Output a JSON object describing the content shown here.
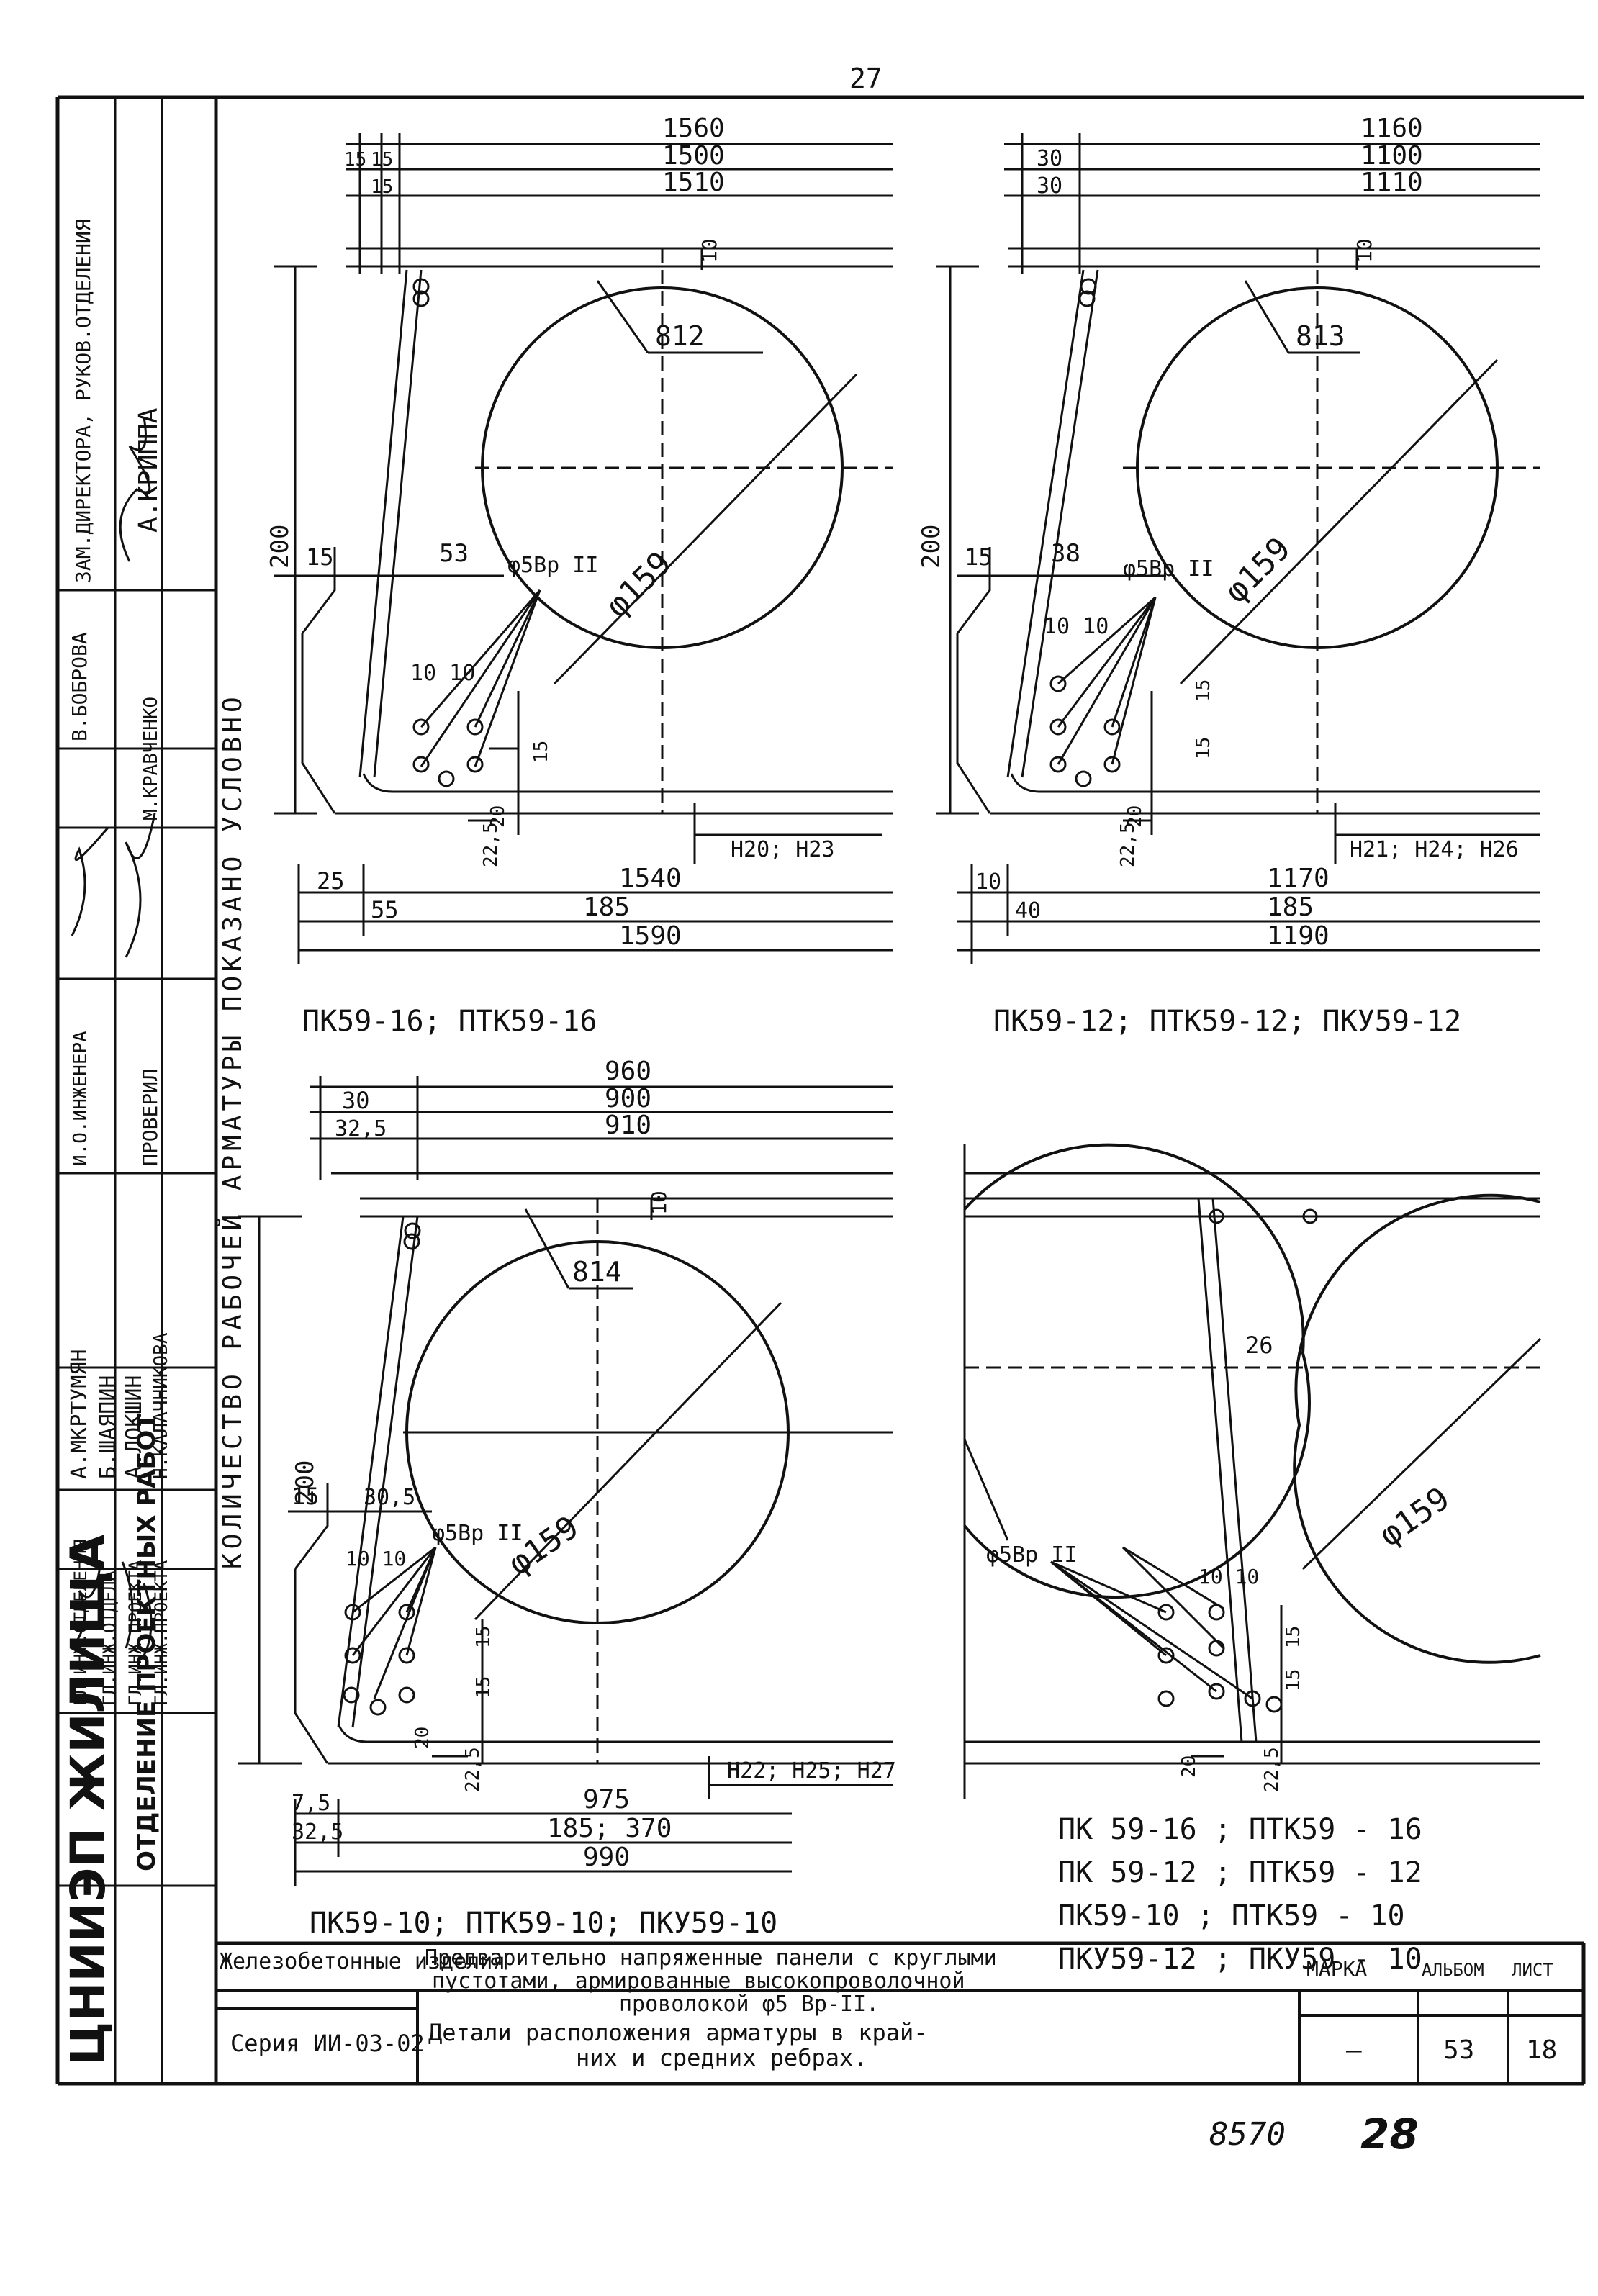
{
  "page_number": "27",
  "stamp": {
    "org1": "ЦНИИЭП ЖИЛИЩА",
    "org2": "ОТДЕЛЕНИЕ ПРОЕКТНЫХ РАБОТ",
    "roles": [
      "ГЛ.ИНЖ.ОТДЕЛЕНИЯ",
      "ГЛ.ИНЖ.ОТДЕЛА",
      "ГЛ.ИНЖ.ПРОЕКТА",
      "ГЛ.ИНЖ.ПРОЕКТА",
      "И.О.ИНЖЕНЕРА",
      "ПРОВЕРИЛ",
      "В.БОБРОВА",
      "М.КРАВЧЕНКО"
    ],
    "names": [
      "А.МКРТУМЯН",
      "Б.ШАЯПИН",
      "А.ЛОКШИН",
      "Н.КАЛАЧНИКОВА"
    ],
    "director_role": "ЗАМ.ДИРЕКТОРА, РУКОВ.ОТДЕЛЕНИЯ",
    "director_name": "А.КРИППА",
    "note": "КОЛИЧЕСТВО РАБОЧЕЙ АРМАТУРЫ ПОКАЗАНО УСЛОВНО"
  },
  "views": {
    "v1": {
      "caption": "ПК59-16; ПТК59-16",
      "top_dims": [
        "1560",
        "1500",
        "1510"
      ],
      "small_top": [
        "15",
        "15",
        "15"
      ],
      "diameter": "φ159",
      "leader": "812",
      "bar": "φ5Вр II",
      "side": "200",
      "left_dim": "15",
      "offset": "53",
      "spacing": "10 10",
      "vdim1": "15",
      "vdim2": "20",
      "vdim3": "22,5",
      "top_rib": "10",
      "marks": "Н20; Н23",
      "bot_dims": [
        "1540",
        "185",
        "1590"
      ],
      "bot_small": [
        "25",
        "55"
      ]
    },
    "v2": {
      "caption": "ПК59-12; ПТК59-12; ПКУ59-12",
      "top_dims": [
        "1160",
        "1100",
        "1110"
      ],
      "small_top": [
        "30",
        "30"
      ],
      "diameter": "φ159",
      "leader": "813",
      "bar": "φ5Вр II",
      "side": "200",
      "left_dim": "15",
      "offset": "38",
      "spacing": "10 10",
      "vdim1": "15",
      "vdim0": "15",
      "vdim2": "20",
      "vdim3": "22,5",
      "top_rib": "10",
      "marks": "Н21; Н24; Н26",
      "bot_dims": [
        "1170",
        "185",
        "1190"
      ],
      "bot_small": [
        "10",
        "40"
      ]
    },
    "v3": {
      "caption": "ПК59-10; ПТК59-10; ПКУ59-10",
      "top_dims": [
        "960",
        "900",
        "910"
      ],
      "small_top": [
        "30",
        "32,5"
      ],
      "diameter": "φ159",
      "leader": "814",
      "bar": "φ5Вр II",
      "side": "200",
      "left_dim": "15",
      "offset": "30,5",
      "spacing": "10 10",
      "vdim1": "15",
      "vdim0": "15",
      "vdim2": "20",
      "vdim3": "22,5",
      "top_rib": "10",
      "marks": "Н22; Н25; Н27",
      "bot_dims": [
        "975",
        "185; 370",
        "990"
      ],
      "bot_small": [
        "7,5",
        "32,5"
      ]
    },
    "v4": {
      "diameter": "φ159",
      "bar": "φ5Вр II",
      "offset": "26",
      "spacing": "10 10",
      "vdim1": "15",
      "vdim2": "15",
      "vdim3": "20",
      "vdim4": "22,5",
      "captions": [
        "ПК 59-16  ;  ПТК59 - 16",
        "ПК 59-12  ;  ПТК59 - 12",
        "ПК59-10  ;  ПТК59 - 10",
        "ПКУ59-12  ;  ПКУ59 - 10"
      ]
    }
  },
  "title_block": {
    "category": "Железобетонные изделия",
    "series": "Серия ИИ-03-02",
    "title1": "Предварительно напряженные панели с круглыми",
    "title2": "пустотами, армированные высокопроволочной",
    "title3": "проволокой φ5 Вр-II.",
    "title4": "Детали расположения арматуры в край-",
    "title5": "них и средних ребрах.",
    "h_marka": "МАРКА",
    "h_album": "АЛЬБОМ",
    "h_list": "ЛИСТ",
    "marka": "—",
    "album": "53",
    "list": "18"
  },
  "footer_number": "8570",
  "footer_page": "28"
}
